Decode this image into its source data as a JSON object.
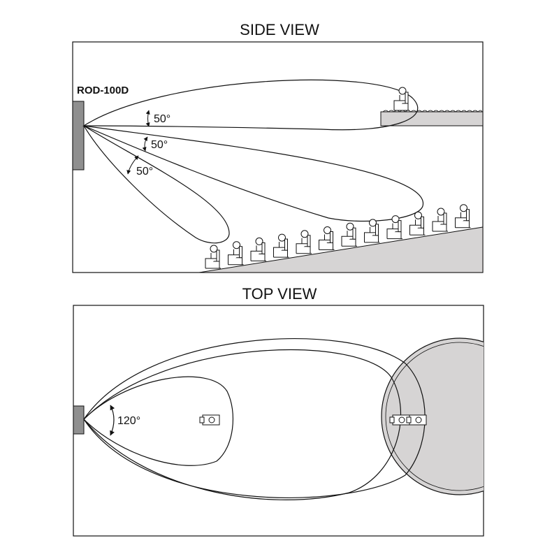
{
  "side_view": {
    "title": "SIDE VIEW",
    "device_label": "ROD-100D",
    "angles": [
      "50°",
      "50°",
      "50°"
    ]
  },
  "top_view": {
    "title": "TOP VIEW",
    "angle": "120°"
  },
  "colors": {
    "line": "#111111",
    "device": "#8f8f8f",
    "floor": "#d6d4d4",
    "coverage_circle": "#d6d4d4"
  }
}
